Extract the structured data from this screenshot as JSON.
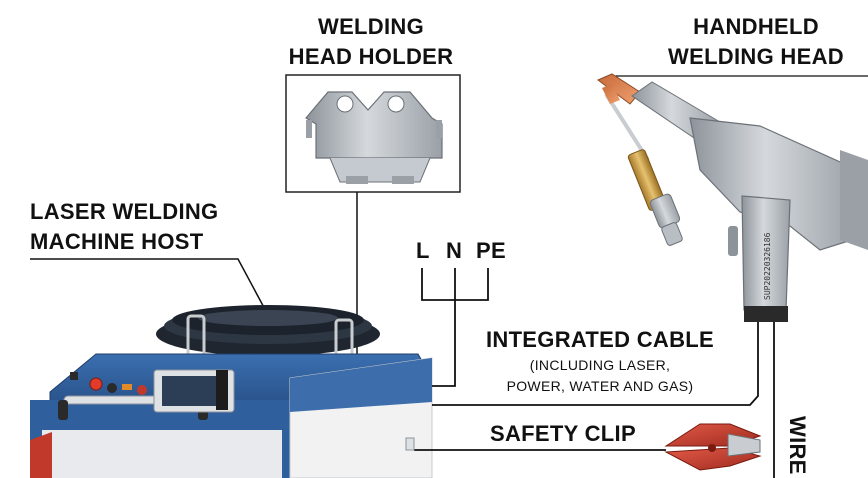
{
  "labels": {
    "holder_line1": "WELDING",
    "holder_line2": "HEAD HOLDER",
    "head_line1": "HANDHELD",
    "head_line2": "WELDING HEAD",
    "host_line1": "LASER WELDING",
    "host_line2": "MACHINE HOST",
    "power_l": "L",
    "power_n": "N",
    "power_pe": "PE",
    "cable_title": "INTEGRATED CABLE",
    "cable_sub1": "(INCLUDING LASER,",
    "cable_sub2": "POWER, WATER AND GAS)",
    "clip": "SAFETY CLIP",
    "wire": "WIRE",
    "serial": "SUP20220326186"
  },
  "colors": {
    "machine_blue": "#2f5f9c",
    "machine_white": "#f2f2f2",
    "metal": "#b9bec4",
    "clip_red": "#c0392b",
    "line": "#111111"
  },
  "icons": [
    "emergency-stop-icon",
    "rotary-knob-icon"
  ]
}
